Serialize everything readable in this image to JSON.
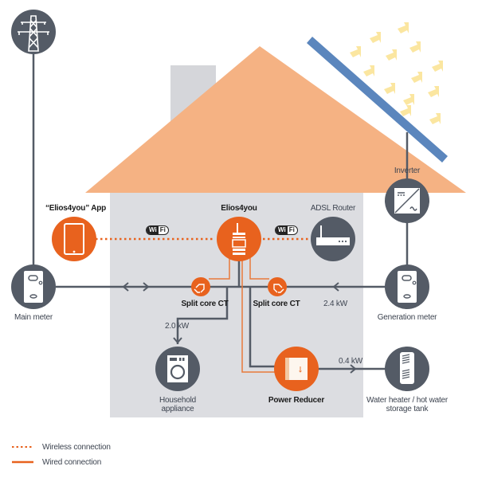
{
  "colors": {
    "roof": "#f5b283",
    "house_wall": "#dcdde1",
    "chimney": "#d5d6da",
    "solar_panel": "#5b86bd",
    "sun_rays": "#fbe6a0",
    "node_dark": "#545b66",
    "node_orange": "#e8621e",
    "wire_dark": "#545b66",
    "wire_orange": "#e87a3a",
    "white": "#ffffff"
  },
  "nodes": {
    "grid": {
      "label": "",
      "icon": "power-pylon-icon"
    },
    "app": {
      "label": "“Elios4you” App",
      "icon": "tablet-icon"
    },
    "elios": {
      "label": "Elios4you",
      "icon": "elios-device-icon"
    },
    "router": {
      "label": "ADSL Router",
      "icon": "router-icon"
    },
    "inverter": {
      "label": "Inverter",
      "icon": "inverter-icon"
    },
    "main_meter": {
      "label": "Main meter",
      "icon": "meter-icon"
    },
    "generation_meter": {
      "label": "Generation meter",
      "icon": "meter-icon"
    },
    "household": {
      "label_line1": "Household",
      "label_line2": "appliance",
      "icon": "washing-machine-icon"
    },
    "power_reducer": {
      "label": "Power Reducer",
      "icon": "power-reducer-icon"
    },
    "water_heater": {
      "label_line1": "Water heater / hot water",
      "label_line2": "storage tank",
      "icon": "water-tank-icon"
    }
  },
  "sensors": {
    "ct_left": {
      "label": "Split core CT",
      "icon": "split-core-ct-icon"
    },
    "ct_right": {
      "label": "Split core CT",
      "icon": "split-core-ct-icon"
    }
  },
  "wifi_badges": [
    {
      "part1": "Wi",
      "part2": "Fi"
    },
    {
      "part1": "Wi",
      "part2": "Fi"
    }
  ],
  "flows": {
    "household": "2.0 kW",
    "generation": "2.4 kW",
    "water_heater": "0.4 kW"
  },
  "legend": {
    "wireless": "Wireless connection",
    "wired": "Wired connection"
  }
}
